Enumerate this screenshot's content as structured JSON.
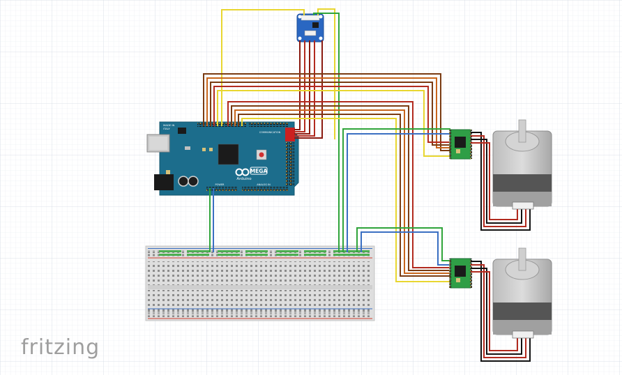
{
  "app": {
    "logo": "fritzing"
  },
  "arduino": {
    "label_mega": "MEGA",
    "label_brand": "Arduino",
    "label_comm": "COMMUNICATION",
    "label_power": "POWER",
    "label_analog": "ANALOG IN",
    "label_made": "MADE IN",
    "label_italy": "ITALY"
  },
  "colors": {
    "wire_red": "#b22a1e",
    "wire_darkred": "#8a1a10",
    "wire_brown": "#7a3b12",
    "wire_orange": "#c8651b",
    "wire_yellow": "#e8d630",
    "wire_green": "#2fa43a",
    "wire_blue": "#3a6fc2",
    "wire_black": "#111111",
    "board": "#1c6d8c",
    "driver": "#2f9e46",
    "motor": "#a4a4a4"
  }
}
